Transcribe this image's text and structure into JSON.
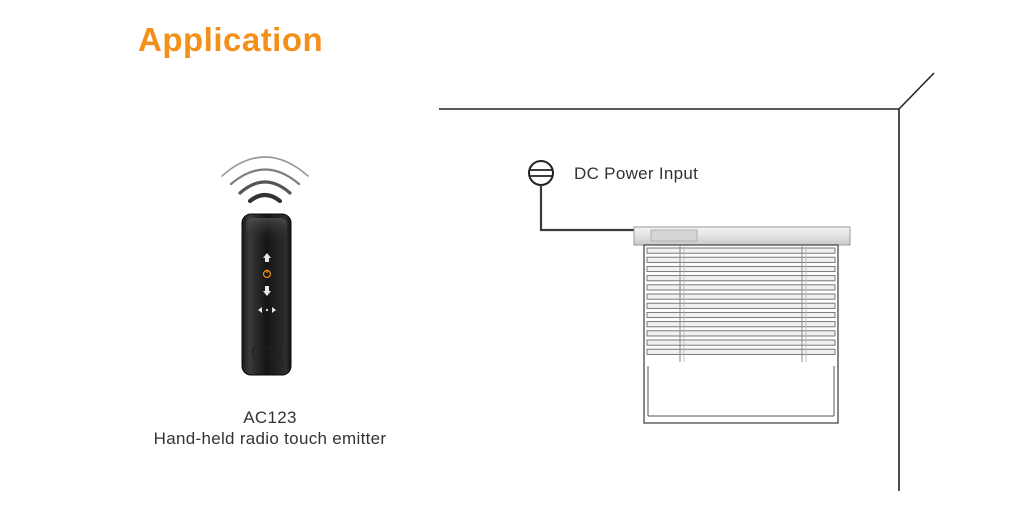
{
  "heading": "Application",
  "accent_color": "#f39019",
  "remote": {
    "model": "AC123",
    "description": "Hand-held radio touch emitter",
    "icons": [
      "wifi-signal-icon",
      "arrow-up-icon",
      "power-icon",
      "arrow-down-icon",
      "arrow-left-right-icon"
    ]
  },
  "power": {
    "label": "DC Power Input",
    "icon": "power-plug-icon"
  }
}
